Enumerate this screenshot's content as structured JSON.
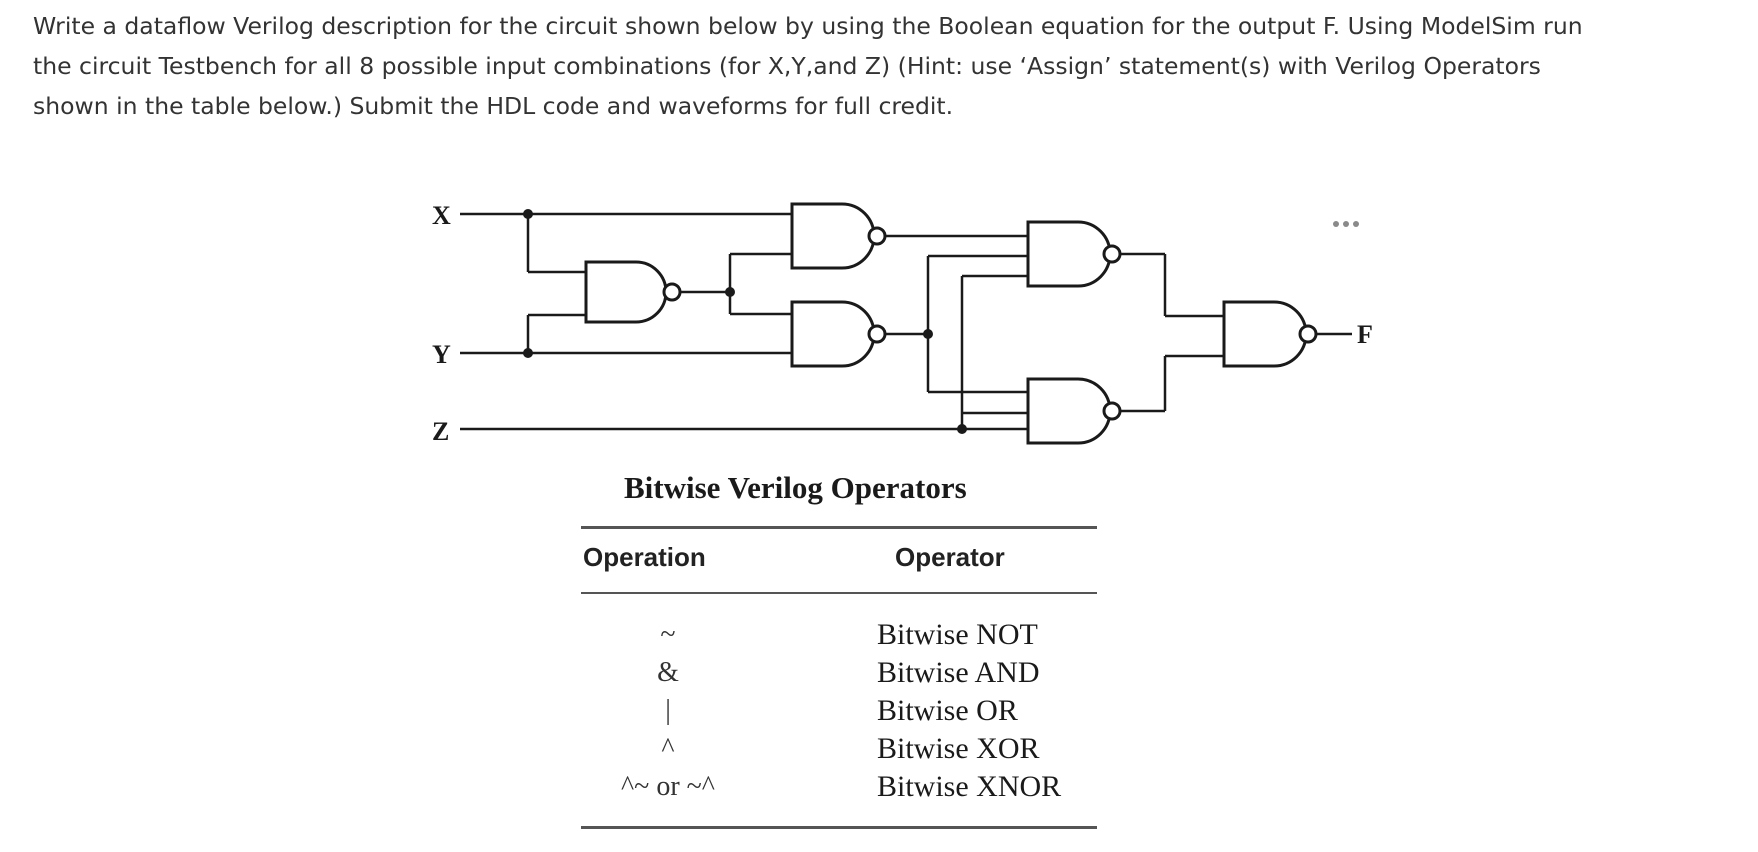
{
  "question": {
    "line1": "Write a dataflow Verilog description for the circuit shown below by using the Boolean equation for the output F. Using ModelSim run",
    "line2": "the circuit Testbench for all 8 possible input combinations (for X,Y,and Z) (Hint: use ‘Assign’ statement(s) with Verilog Operators",
    "line3": "shown in the table below.)   Submit the HDL code and waveforms for full credit."
  },
  "circuit": {
    "inputs": [
      "X",
      "Y",
      "Z"
    ],
    "output": "F",
    "gate_type": "NAND"
  },
  "table": {
    "title": "Bitwise Verilog Operators",
    "headers": {
      "operation": "Operation",
      "operator": "Operator"
    },
    "rows": [
      {
        "symbol": "~",
        "name": "Bitwise NOT"
      },
      {
        "symbol": "&",
        "name": "Bitwise AND"
      },
      {
        "symbol": "|",
        "name": "Bitwise OR"
      },
      {
        "symbol": "^",
        "name": "Bitwise XOR"
      },
      {
        "symbol": "^~ or ~^",
        "name": "Bitwise XNOR"
      }
    ]
  },
  "colors": {
    "text": "#333333",
    "wire": "#1a1a1a",
    "rule": "#555555"
  }
}
